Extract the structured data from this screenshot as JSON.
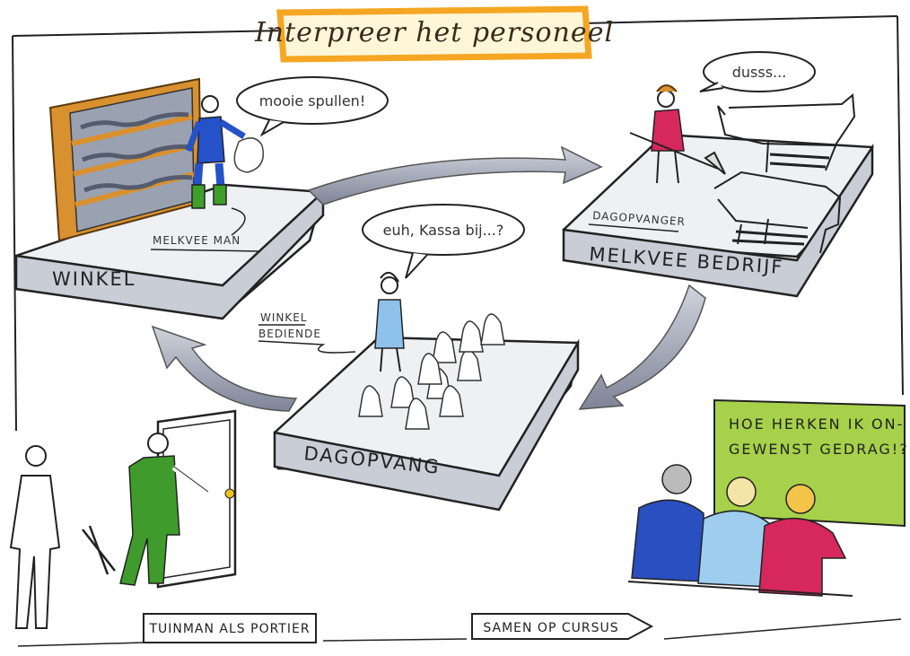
{
  "title": "Interpreer het personeel",
  "scenes": {
    "winkel": {
      "platform_label": "WINKEL",
      "person_label": "MELKVEE MAN",
      "speech": "mooie spullen!"
    },
    "melkveebedrijf": {
      "platform_label": "MELKVEE BEDRIJF",
      "person_label": "DAGOPVANGER",
      "speech": "dusss..."
    },
    "dagopvang": {
      "platform_label": "DAGOPVANG",
      "person_label_line1": "WINKEL",
      "person_label_line2": "BEDIENDE",
      "speech": "euh, Kassa bij...?"
    }
  },
  "bottom": {
    "gardener_sign": "TUINMAN ALS PORTIER",
    "course_sign": "SAMEN OP CURSUS",
    "board_line1": "HOE HERKEN IK ON-",
    "board_line2": "GEWENST GEDRAG!?"
  },
  "colors": {
    "title_frame": "#f5a623",
    "platform_top": "#eef0f4",
    "platform_side": "#bfc3cc",
    "arrow": "#9aa0ae",
    "shelf_wood": "#d9902f",
    "farmer_blue": "#2552c8",
    "boots_green": "#3ea02a",
    "woman_red": "#d6285c",
    "gardener_green": "#3f9b2c",
    "board_green": "#a7d14a"
  }
}
